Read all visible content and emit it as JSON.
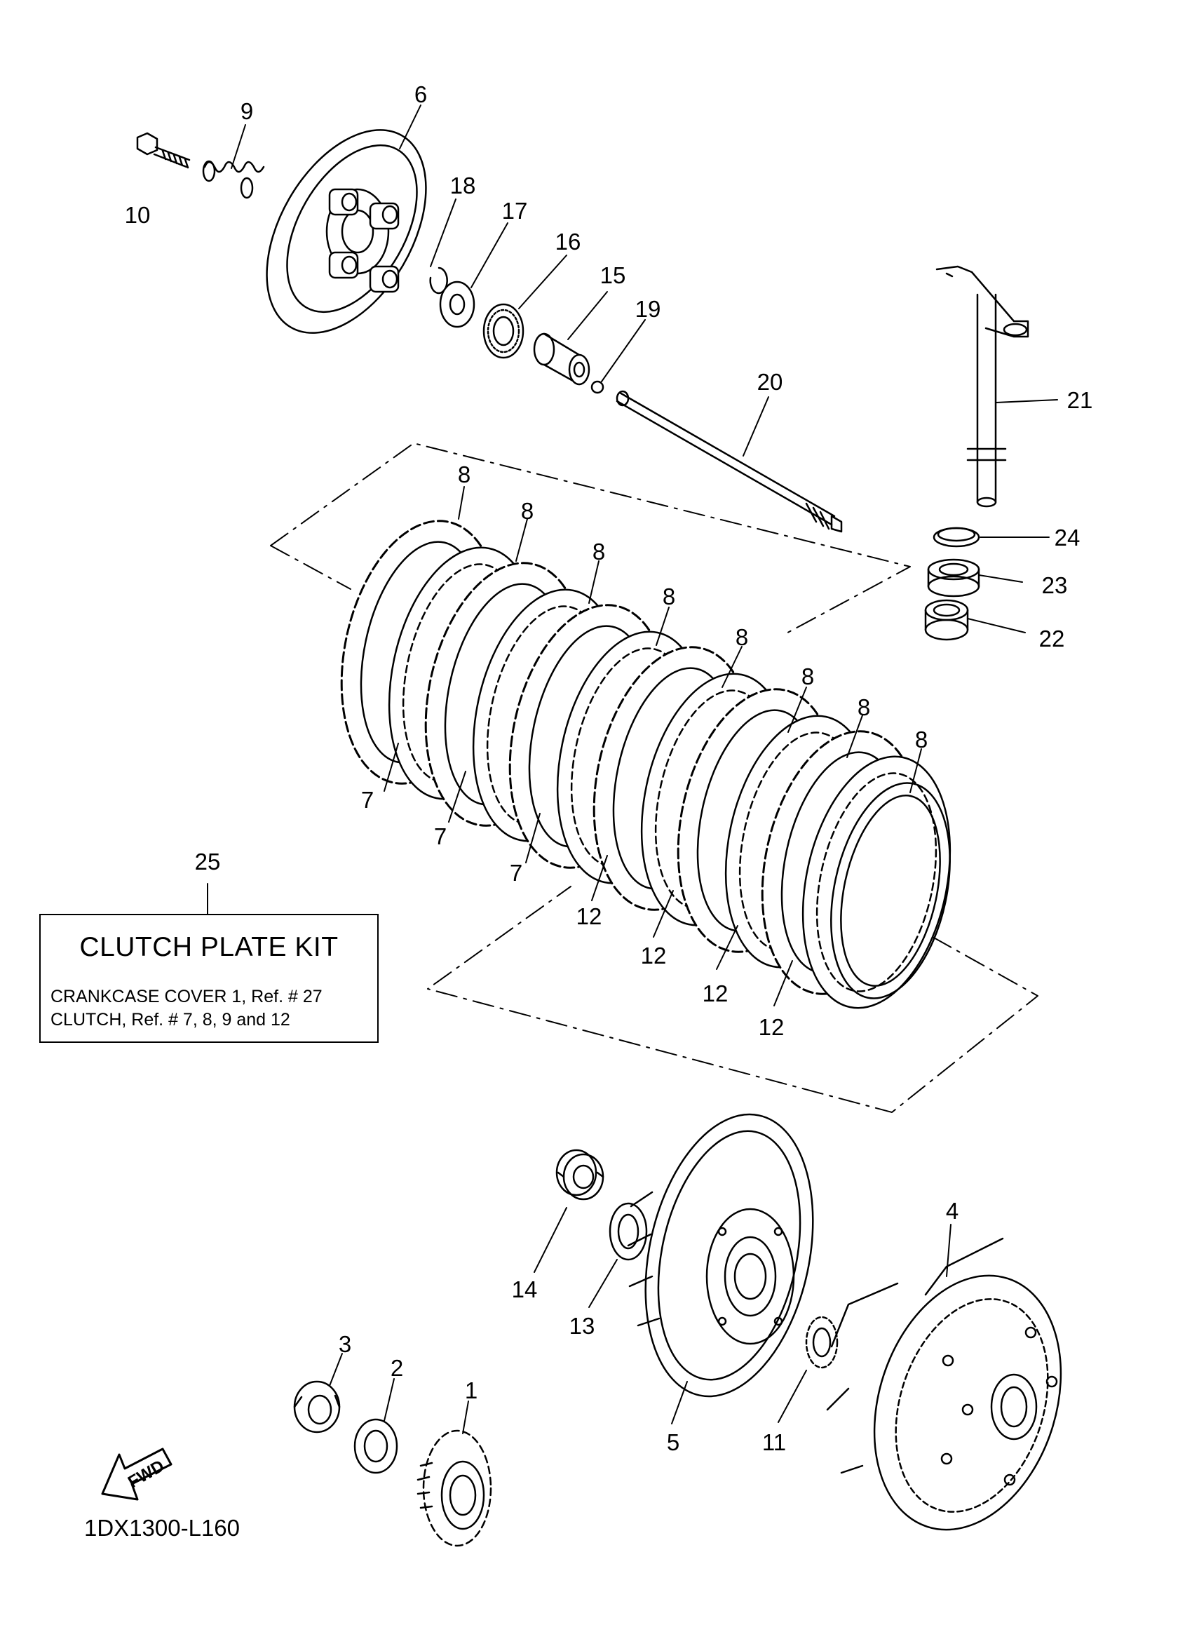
{
  "callouts": {
    "n1": "1",
    "n2": "2",
    "n3": "3",
    "n4": "4",
    "n5": "5",
    "n6": "6",
    "n7": "7",
    "n8": "8",
    "n9": "9",
    "n10": "10",
    "n11": "11",
    "n12": "12",
    "n13": "13",
    "n14": "14",
    "n15": "15",
    "n16": "16",
    "n17": "17",
    "n18": "18",
    "n19": "19",
    "n20": "20",
    "n21": "21",
    "n22": "22",
    "n23": "23",
    "n24": "24",
    "n25": "25"
  },
  "kit": {
    "title": "CLUTCH PLATE KIT",
    "line1": "CRANKCASE COVER 1, Ref. # 27",
    "line2": "CLUTCH, Ref. # 7, 8, 9 and 12"
  },
  "fwd": "FWD",
  "diagram_code": "1DX1300-L160"
}
